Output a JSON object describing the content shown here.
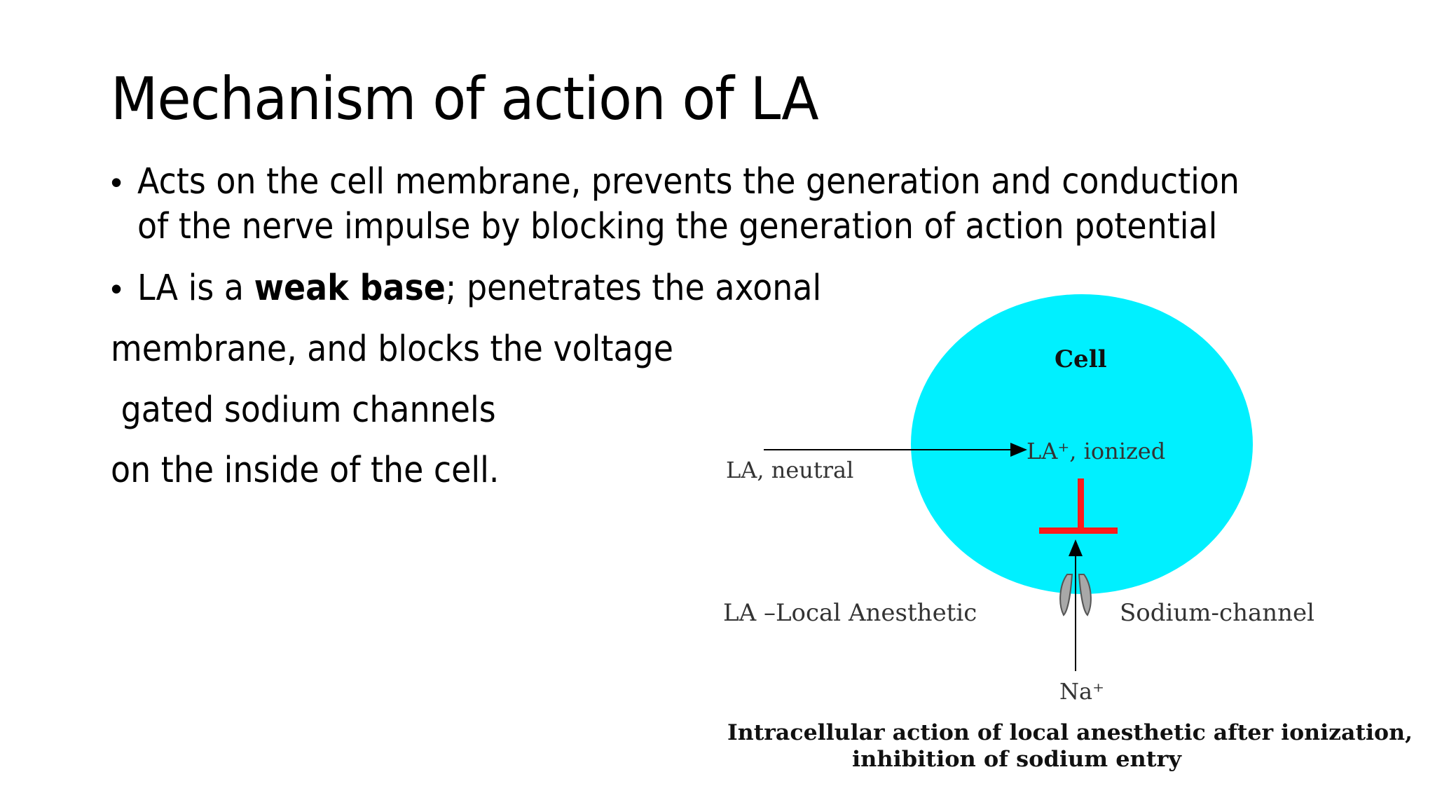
{
  "slide": {
    "title": "Mechanism of action of LA",
    "bullets": [
      {
        "lines": [
          "Acts on the cell membrane, prevents the generation and conduction",
          "of the nerve impulse by blocking the generation of action potential"
        ]
      },
      {
        "prefix": "LA is a ",
        "bold": "weak base",
        "suffix": "; penetrates the axonal"
      }
    ],
    "continuation_lines": [
      "membrane, and blocks the voltage",
      " gated sodium channels",
      "on the inside of the cell."
    ]
  },
  "diagram": {
    "cell_label": "Cell",
    "la_neutral_label": "LA, neutral",
    "la_ionized_label": "LA⁺, ionized",
    "legend_label": "LA –Local Anesthetic",
    "sodium_channel_label": "Sodium-channel",
    "na_label": "Na⁺",
    "caption_line1": "Intracellular action of local anesthetic after ionization,",
    "caption_line2": "inhibition of sodium entry",
    "colors": {
      "cell_fill": "#00f0ff",
      "block_bar": "#ff1a1a",
      "channel": "#a8a8a8",
      "arrow": "#000000"
    }
  }
}
